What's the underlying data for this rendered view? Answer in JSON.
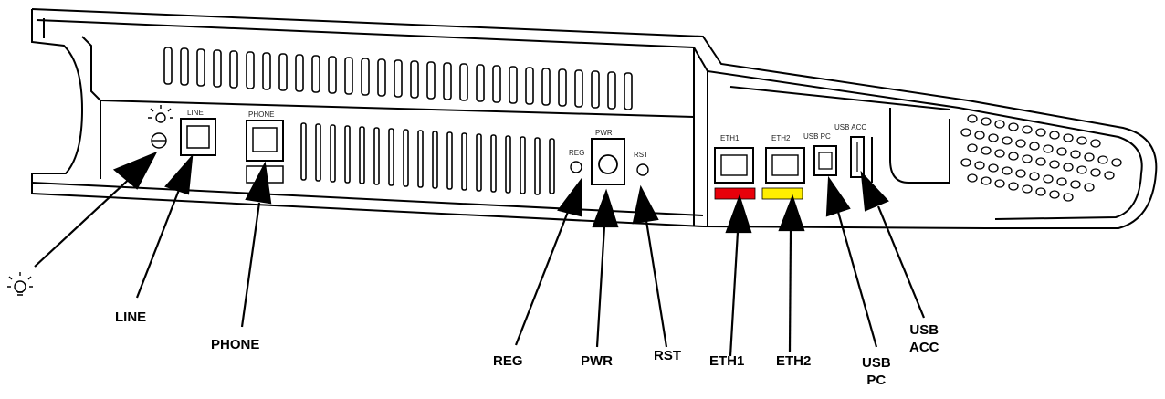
{
  "callouts": {
    "light": {
      "icon": "light-bulb-icon"
    },
    "line": "LINE",
    "phone": "PHONE",
    "reg": "REG",
    "pwr": "PWR",
    "rst": "RST",
    "eth1": "ETH1",
    "eth2": "ETH2",
    "usb_pc": [
      "USB",
      "PC"
    ],
    "usb_acc": [
      "USB",
      "ACC"
    ]
  },
  "device_labels": {
    "line": "LINE",
    "phone": "PHONE",
    "reg": "REG",
    "pwr": "PWR",
    "rst": "RST",
    "eth1": "ETH1",
    "eth2": "ETH2",
    "usb_pc": "USB PC",
    "usb_acc": "USB ACC"
  },
  "port_colors": {
    "eth1": "#e8000a",
    "eth2": "#ffee00"
  }
}
